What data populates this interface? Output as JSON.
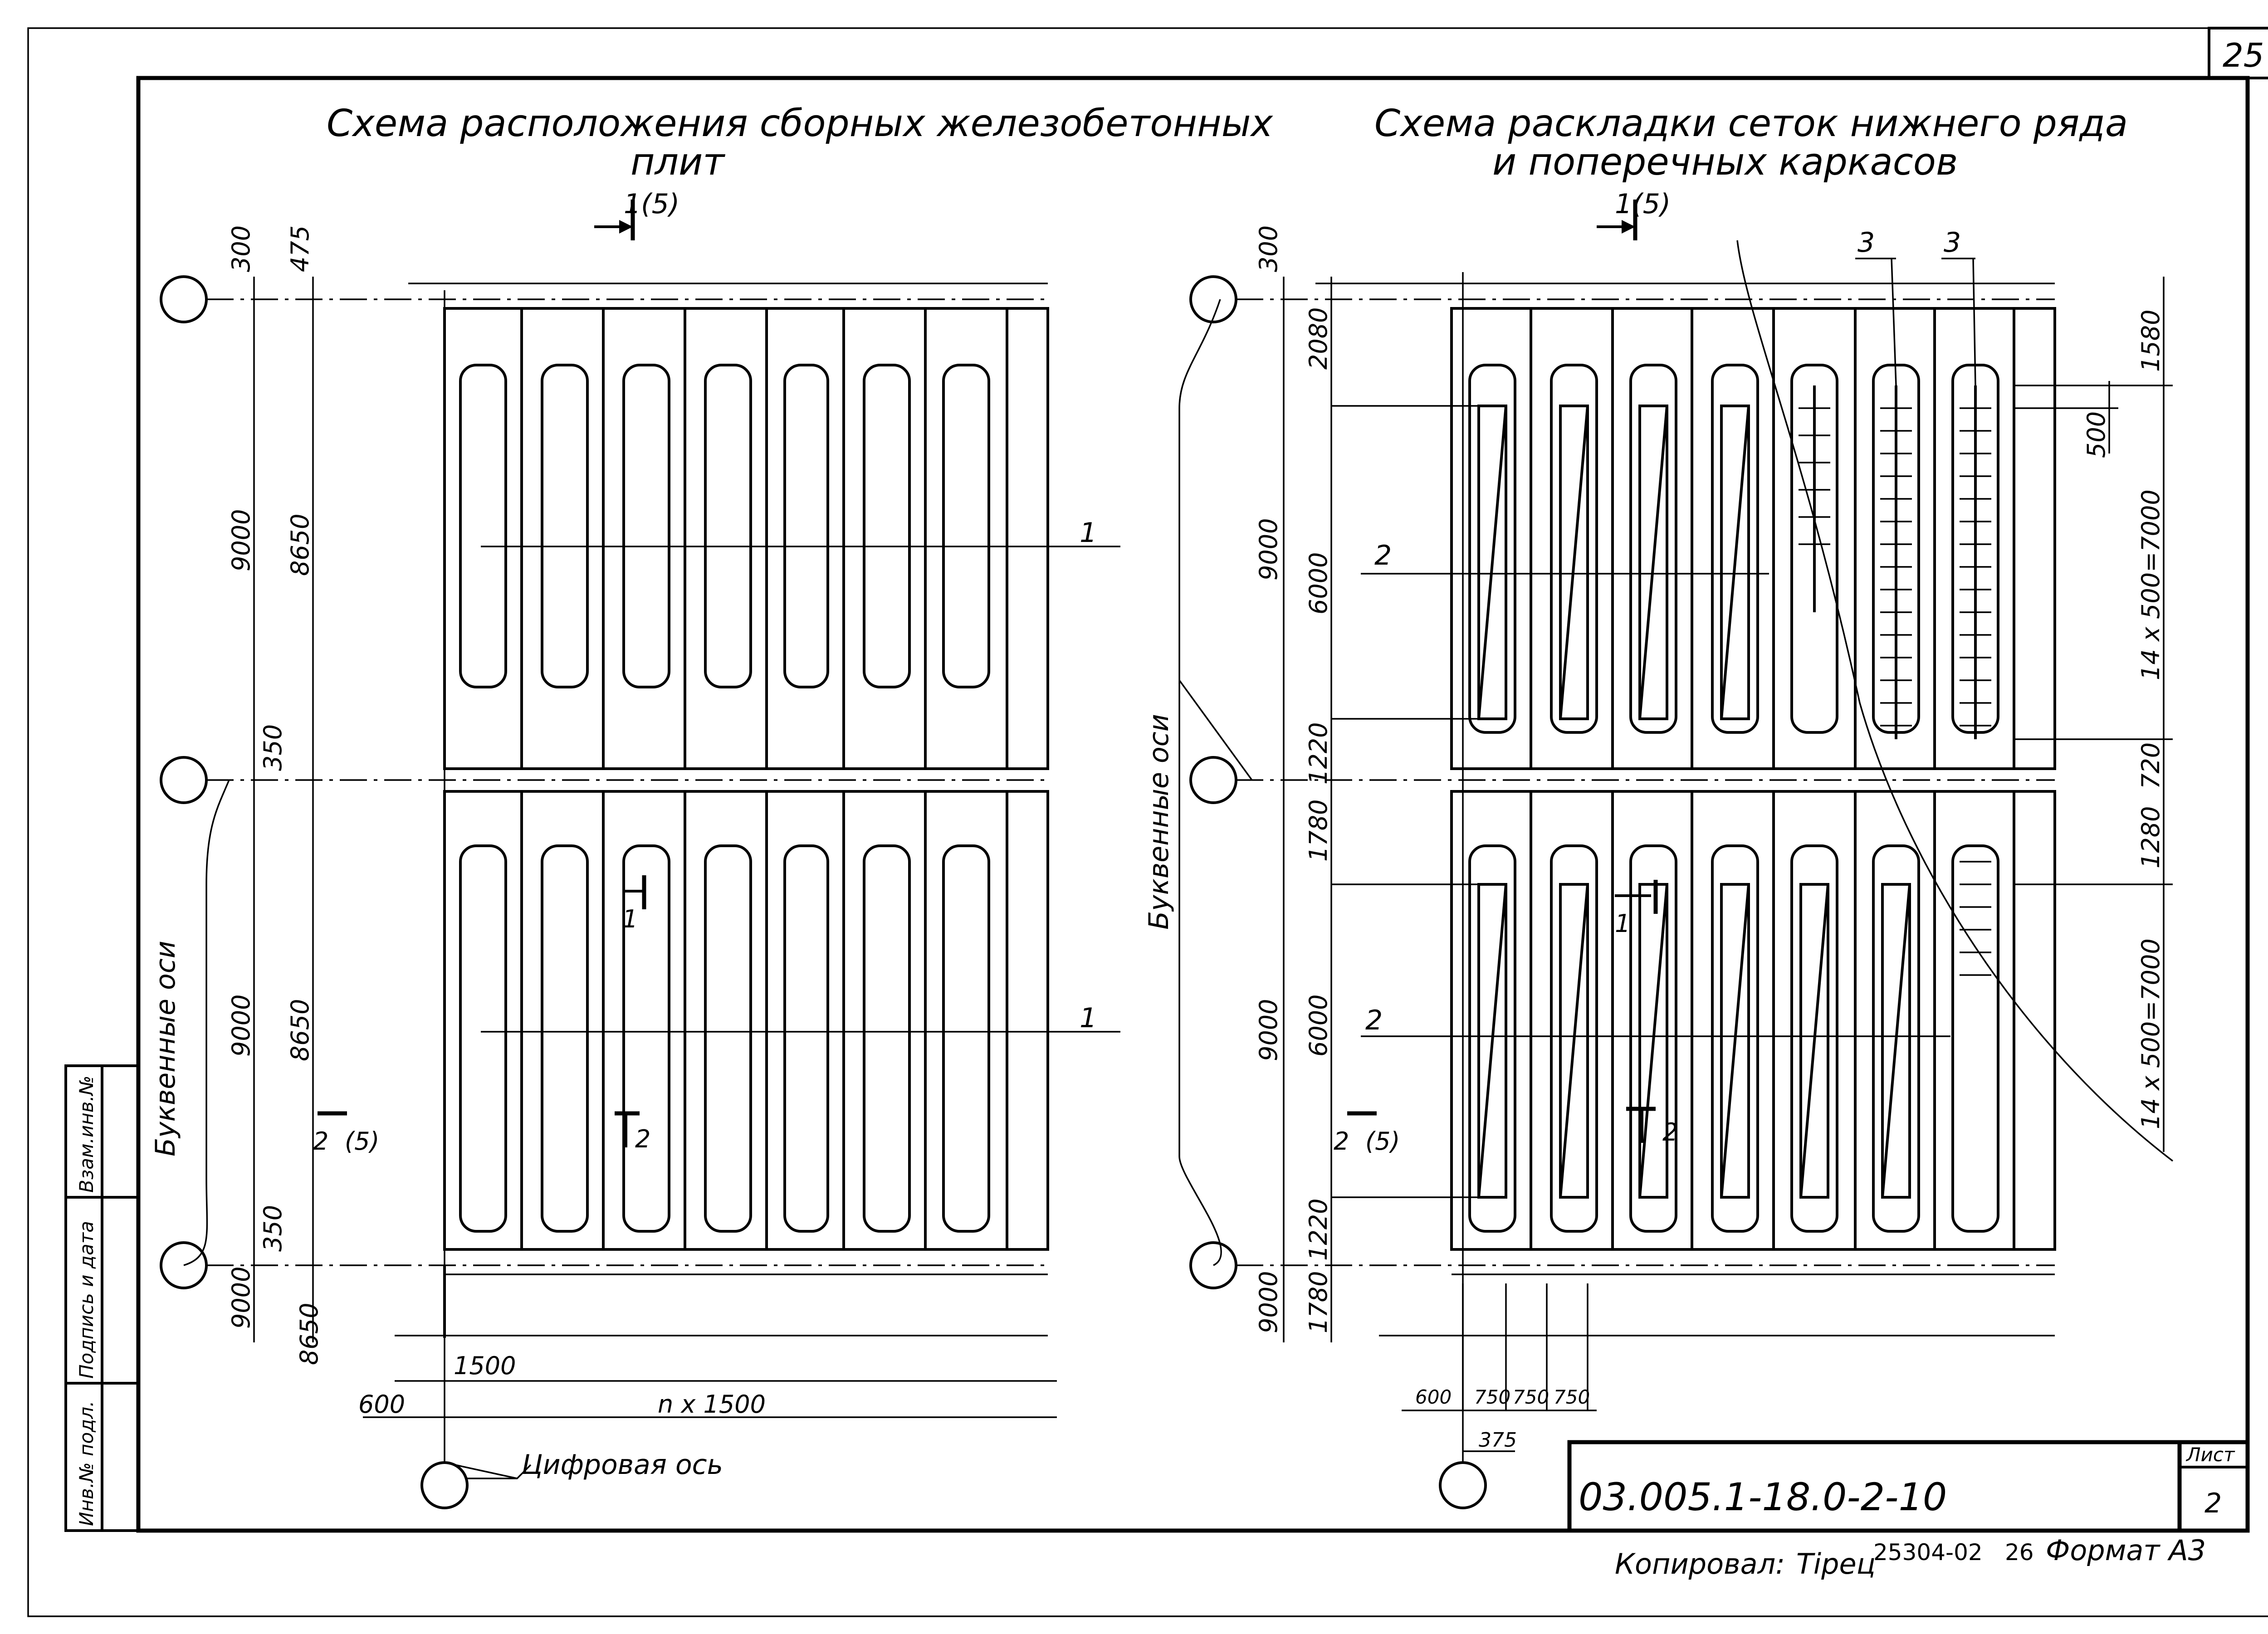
{
  "sheet": {
    "page_number": "25",
    "title_left_line1": "Схема расположения сборных железобетонных",
    "title_left_line2": "плит",
    "title_right_line1": "Схема раскладки сеток нижнего ряда",
    "title_right_line2": "и поперечных каркасов",
    "section_mark": "1(5)",
    "section_mark_right": "1(5)",
    "cut_mark_left": "2",
    "cut_mark_left_ref": "(5)",
    "cut_mark_right": "2",
    "cut_mark_right_ref": "(5)",
    "letter_axes_left": "Буквенные оси",
    "letter_axes_right": "Буквенные оси",
    "digital_axis": "Цифровая ось"
  },
  "left_plan": {
    "dims_top": [
      "300",
      "475"
    ],
    "dims_outer": [
      "9000",
      "9000",
      "9000"
    ],
    "dims_inner": [
      "8650",
      "350",
      "8650",
      "350",
      "8650"
    ],
    "dims_bottom": [
      "1500",
      "600",
      "n x 1500"
    ],
    "marks": [
      "1",
      "1",
      "1",
      "2"
    ]
  },
  "right_plan": {
    "dims_top": [
      "300"
    ],
    "dims_outer": [
      "9000",
      "9000",
      "9000"
    ],
    "dims_inner": [
      "2080",
      "6000",
      "1220",
      "1780",
      "6000",
      "1220",
      "1780"
    ],
    "dims_right": [
      "1580",
      "500",
      "14 x 500=7000",
      "720",
      "1280",
      "14 x 500=7000"
    ],
    "dims_bottom": [
      "600",
      "750",
      "750",
      "750",
      "375"
    ],
    "marks": [
      "2",
      "2",
      "3",
      "3",
      "1",
      "2"
    ]
  },
  "title_block": {
    "code": "03.005.1-18.0-2-10",
    "sheet_label": "Лист",
    "sheet_no": "2",
    "copied_by": "Копировал:",
    "signature": "Тірец",
    "order_no": "25304-02",
    "order_tail": "26",
    "format": "Формат А3"
  },
  "side_stamp": {
    "inv_podl": "Инв.№ подл.",
    "signature_date": "Подпись и дата",
    "vzam_inv": "Взам.инв.№"
  }
}
